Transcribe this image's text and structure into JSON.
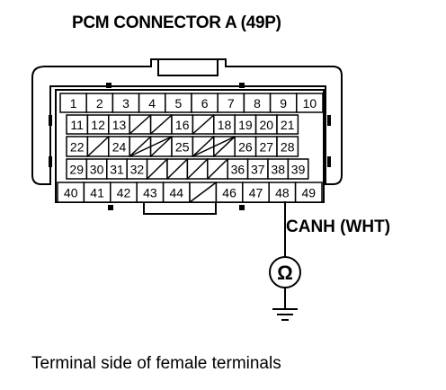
{
  "title": "PCM CONNECTOR A (49P)",
  "probe_label": "CANH (WHT)",
  "caption": "Terminal side of female terminals",
  "meter_symbol": "Ω",
  "rows": [
    [
      "1",
      "2",
      "3",
      "4",
      "5",
      "6",
      "7",
      "8",
      "9",
      "10"
    ],
    [
      "11",
      "12",
      "13",
      "",
      "",
      "16",
      "",
      "18",
      "19",
      "20",
      "21"
    ],
    [
      "22",
      "",
      "24",
      "",
      "",
      "25",
      "",
      "",
      "26",
      "27",
      "28"
    ],
    [
      "29",
      "30",
      "31",
      "32",
      "",
      "",
      "",
      "",
      "36",
      "37",
      "38",
      "39"
    ],
    [
      "40",
      "41",
      "42",
      "43",
      "44",
      "",
      "46",
      "47",
      "48",
      "49"
    ]
  ],
  "probed_terminal": "48"
}
